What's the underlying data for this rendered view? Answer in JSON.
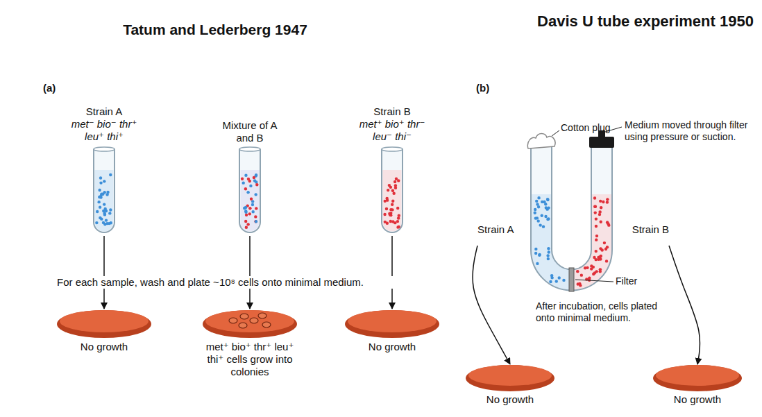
{
  "diagram": {
    "nodes": [
      {
        "text": [
          "Strain A",
          "met⁻ bio⁻ thr⁺ leu⁺ thi⁺"
        ]
      },
      {
        "text": [
          "Mixture of A and B"
        ]
      },
      {
        "text": [
          "Strain B",
          "met⁺ bio⁺ thr⁻ leu⁻ thi⁻"
        ]
      },
      {
        "text": [
          "No growth"
        ]
      },
      {
        "text": [
          "met⁺ bio⁺ thr⁺ leu⁺ thi⁺ cells grow into colonies"
        ]
      },
      {
        "text": [
          "No growth"
        ]
      },
      {
        "text": [
          "Strain A",
          "Strain B"
        ]
      },
      {
        "text": [
          "No growth"
        ]
      },
      {
        "text": [
          "No growth"
        ]
      }
    ],
    "edges": [
      {
        "from": 0,
        "to": 3,
        "arrow": "to"
      },
      {
        "from": 1,
        "to": 4,
        "arrow": "to"
      },
      {
        "from": 2,
        "to": 5,
        "arrow": "to"
      },
      {
        "from": 6,
        "to": 7,
        "arrow": "to"
      },
      {
        "from": 6,
        "to": 8,
        "arrow": "to"
      }
    ],
    "labels": [
      "Tatum and Lederberg 1947",
      "Davis U tube experiment 1950",
      "(a)",
      "(b)",
      "For each sample, wash and plate ~10⁸ cells onto minimal medium.",
      "Cotton plug",
      "Medium moved through filter using pressure or suction.",
      "Filter",
      "After incubation, cells plated onto minimal medium."
    ]
  }
}
